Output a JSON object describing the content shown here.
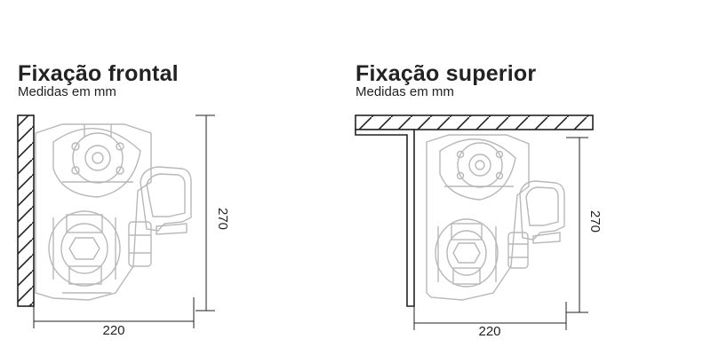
{
  "left_panel": {
    "title": "Fixação frontal",
    "subtitle": "Medidas em mm",
    "height_label": "270",
    "width_label": "220"
  },
  "right_panel": {
    "title": "Fixação superior",
    "subtitle": "Medidas em mm",
    "height_label": "270",
    "width_label": "220"
  },
  "colors": {
    "line": "#222222",
    "ghost": "#b8b8b8",
    "wall_fill": "#ffffff"
  }
}
